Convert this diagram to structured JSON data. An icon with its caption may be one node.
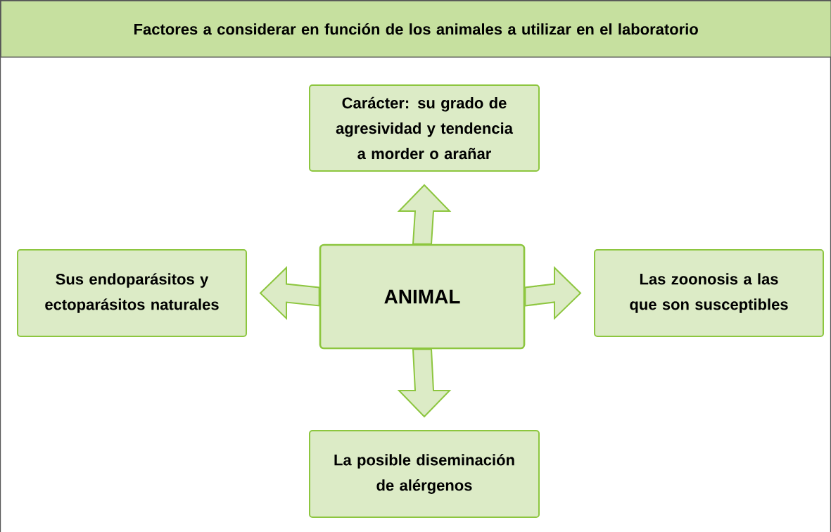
{
  "diagram": {
    "title": "Factores a considerar en función de los animales a utilizar en el laboratorio",
    "nodes": [
      {
        "text": [
          "ANIMAL"
        ]
      },
      {
        "text": [
          "Carácter: su grado de agresividad y tendencia a morder o arañar"
        ]
      },
      {
        "text": [
          "Sus endoparásitos y ectoparásitos naturales"
        ]
      },
      {
        "text": [
          "Las zoonosis a las que son susceptibles"
        ]
      },
      {
        "text": [
          "La posible diseminación de alérgenos"
        ]
      }
    ],
    "edges": [
      {
        "from": 0,
        "to": 1,
        "arrow": "to"
      },
      {
        "from": 0,
        "to": 2,
        "arrow": "to"
      },
      {
        "from": 0,
        "to": 3,
        "arrow": "to"
      },
      {
        "from": 0,
        "to": 4,
        "arrow": "to"
      }
    ]
  }
}
